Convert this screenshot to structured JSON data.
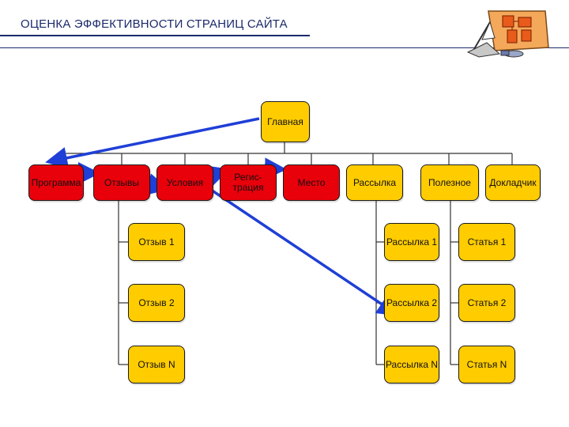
{
  "header": {
    "title": "ОЦЕНКА ЭФФЕКТИВНОСТИ СТРАНИЦ САЙТА"
  },
  "colors": {
    "header_blue": "#1b2a6b",
    "red_node": "#e8000b",
    "yellow_node": "#ffcc00",
    "arrow_blue": "#1f3fd6"
  },
  "tree": {
    "root": "Главная",
    "level1": {
      "programma": "Программа",
      "otzyvy": "Отзывы",
      "usloviya": "Условия",
      "registratsiya": "Регис-\nтрация",
      "mesto": "Место",
      "rassylka": "Рассылка",
      "poleznoe": "Полезное",
      "dokladchik": "Докладчик"
    },
    "otzyvy_children": [
      "Отзыв 1",
      "Отзыв 2",
      "Отзыв N"
    ],
    "rassylka_children": [
      "Рассылка 1",
      "Рассылка 2",
      "Рассылка N"
    ],
    "poleznoe_children": [
      "Статья 1",
      "Статья 2",
      "Статья N"
    ]
  },
  "logo_icon": "office-drawing-icon"
}
